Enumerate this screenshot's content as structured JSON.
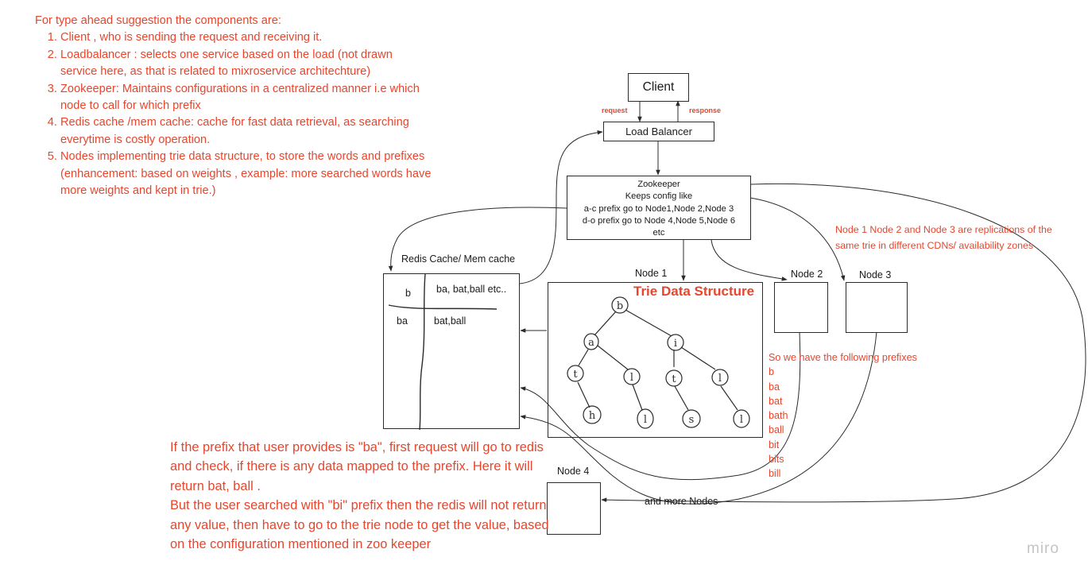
{
  "notes": {
    "heading": "For type ahead suggestion the components are:",
    "items": [
      "Client , who is sending the request and receiving it.",
      "Loadbalancer : selects one service based on the load (not drawn service here, as that is related to mixroservice architechture)",
      "Zookeeper: Maintains configurations in a centralized manner i.e which node to call for which prefix",
      "Redis cache /mem cache: cache for fast data retrieval, as searching everytime is costly operation.",
      "Nodes implementing trie data structure, to store the words and prefixes (enhancement: based on weights , example: more searched words have more weights and kept in trie.)"
    ]
  },
  "client": {
    "label": "Client",
    "request_label": "request",
    "response_label": "response"
  },
  "load_balancer": {
    "label": "Load Balancer"
  },
  "zookeeper": {
    "lines": [
      "Zookeeper",
      "Keeps config like",
      "a-c prefix go to Node1,Node 2,Node 3",
      "d-o prefix go to Node 4,Node 5,Node 6",
      "etc"
    ]
  },
  "cache": {
    "title": "Redis Cache/ Mem cache",
    "rows": [
      {
        "key": "b",
        "value": "ba, bat,ball etc.."
      },
      {
        "key": "ba",
        "value": "bat,ball"
      }
    ]
  },
  "node1": {
    "label": "Node 1",
    "title": "Trie Data Structure"
  },
  "trie": {
    "letters": [
      "b",
      "a",
      "i",
      "t",
      "l",
      "t",
      "l",
      "h",
      "l",
      "s",
      "l"
    ]
  },
  "node2": {
    "label": "Node 2"
  },
  "node3": {
    "label": "Node 3"
  },
  "node4": {
    "label": "Node 4"
  },
  "replication_note": "Node 1 Node 2 and Node 3 are replications of the same trie in different CDNs/ availability zones",
  "prefixes": {
    "heading": "So we have the following prefixes",
    "items": [
      "b",
      "ba",
      "bat",
      "bath",
      "ball",
      "bit",
      "bits",
      "bill"
    ]
  },
  "more_nodes": "and more Nodes",
  "explanation": [
    "If the prefix that user provides is \"ba\", first request will go to redis and check, if there is any data mapped to the prefix. Here it will return bat, ball .",
    "But the user searched with \"bi\" prefix then the redis will not return any value, then have to go to the trie node to get the value, based on the configuration mentioned in zoo keeper"
  ],
  "watermark": "miro",
  "colors": {
    "accent": "#e8452c",
    "line": "#2b2b2b",
    "watermark": "#c4c4c4"
  }
}
